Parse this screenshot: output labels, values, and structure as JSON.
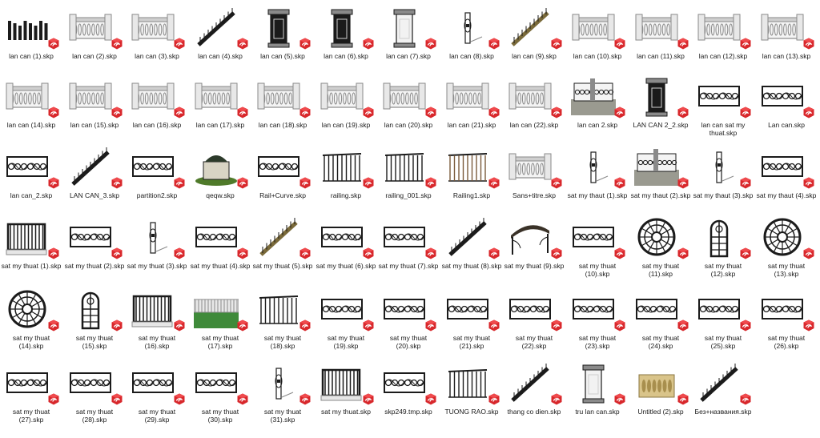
{
  "view": {
    "type": "file-explorer-large-icons",
    "file_type_icon": "sketchup-file-icon",
    "accent_color": "#d8282c"
  },
  "files": [
    {
      "name": "lan can (1).skp",
      "thumb": "baluster-row"
    },
    {
      "name": "lan can (2).skp",
      "thumb": "balustrade-pillars"
    },
    {
      "name": "lan can (3).skp",
      "thumb": "balustrade-wide"
    },
    {
      "name": "lan can (4).skp",
      "thumb": "curved-staircase"
    },
    {
      "name": "lan can (5).skp",
      "thumb": "pillar-dark"
    },
    {
      "name": "lan can (6).skp",
      "thumb": "pillar-ornate"
    },
    {
      "name": "lan can (7).skp",
      "thumb": "pillar-dome"
    },
    {
      "name": "lan can (8).skp",
      "thumb": "column"
    },
    {
      "name": "lan can (9).skp",
      "thumb": "stair-rail-gold"
    },
    {
      "name": "lan can (10).skp",
      "thumb": "rail-diagonal"
    },
    {
      "name": "lan can (11).skp",
      "thumb": "rail-low"
    },
    {
      "name": "lan can (12).skp",
      "thumb": "balustrade-diagonal"
    },
    {
      "name": "lan can (13).skp",
      "thumb": "balustrade-dark"
    },
    {
      "name": "lan can (14).skp",
      "thumb": "u-rail"
    },
    {
      "name": "lan can (15).skp",
      "thumb": "balustrade-pillars"
    },
    {
      "name": "lan can (16).skp",
      "thumb": "balustrade-block"
    },
    {
      "name": "lan can (17).skp",
      "thumb": "rail-diagonal"
    },
    {
      "name": "lan can (18).skp",
      "thumb": "baluster-small"
    },
    {
      "name": "lan can (19).skp",
      "thumb": "baluster-small"
    },
    {
      "name": "lan can (20).skp",
      "thumb": "rail-molding"
    },
    {
      "name": "lan can (21).skp",
      "thumb": "balustrade-corner"
    },
    {
      "name": "lan can (22).skp",
      "thumb": "balustrade-flat"
    },
    {
      "name": "lan can 2.skp",
      "thumb": "fence-stone"
    },
    {
      "name": "LAN CAN 2_2.skp",
      "thumb": "post-dark"
    },
    {
      "name": "lan can sat my thuat.skp",
      "thumb": "iron-panel"
    },
    {
      "name": "Lan can.skp",
      "thumb": "iron-panel-dark"
    },
    {
      "name": "lan can_2.skp",
      "thumb": "iron-scroll"
    },
    {
      "name": "LAN CAN_3.skp",
      "thumb": "stair-diagonal"
    },
    {
      "name": "partition2.skp",
      "thumb": "iron-partition"
    },
    {
      "name": "qeqw.skp",
      "thumb": "gazebo"
    },
    {
      "name": "Rail+Curve.skp",
      "thumb": "curved-rail"
    },
    {
      "name": "railing.skp",
      "thumb": "railing-horizontal"
    },
    {
      "name": "railing_001.skp",
      "thumb": "railing-vertical"
    },
    {
      "name": "Railing1.skp",
      "thumb": "railing-wood"
    },
    {
      "name": "Sans+titre.skp",
      "thumb": "balustrade-flat"
    },
    {
      "name": "sat my thaut (1).skp",
      "thumb": "finial"
    },
    {
      "name": "sat my thaut (2).skp",
      "thumb": "fence-stone-iron"
    },
    {
      "name": "sat my thaut (3).skp",
      "thumb": "finial"
    },
    {
      "name": "sat my thaut (4).skp",
      "thumb": "iron-curved"
    },
    {
      "name": "sat my thuat (1).skp",
      "thumb": "balcony-iron"
    },
    {
      "name": "sat my thuat (2).skp",
      "thumb": "iron-scroll"
    },
    {
      "name": "sat my thuat (3).skp",
      "thumb": "finial"
    },
    {
      "name": "sat my thuat (4).skp",
      "thumb": "iron-curved"
    },
    {
      "name": "sat my thuat (5).skp",
      "thumb": "corner-rail"
    },
    {
      "name": "sat my thuat (6).skp",
      "thumb": "iron-band"
    },
    {
      "name": "sat my thuat (7).skp",
      "thumb": "iron-corner"
    },
    {
      "name": "sat my thuat (8).skp",
      "thumb": "stair-rail-iron"
    },
    {
      "name": "sat my thuat (9).skp",
      "thumb": "canopy"
    },
    {
      "name": "sat my thuat (10).skp",
      "thumb": "ornaments"
    },
    {
      "name": "sat my thuat (11).skp",
      "thumb": "rosette"
    },
    {
      "name": "sat my thuat (12).skp",
      "thumb": "arched-window"
    },
    {
      "name": "sat my thuat (13).skp",
      "thumb": "rosette"
    },
    {
      "name": "sat my thuat (14).skp",
      "thumb": "rosette"
    },
    {
      "name": "sat my thuat (15).skp",
      "thumb": "arched-window"
    },
    {
      "name": "sat my thuat (16).skp",
      "thumb": "balcony-iron"
    },
    {
      "name": "sat my thuat (17).skp",
      "thumb": "fence-grass"
    },
    {
      "name": "sat my thuat (18).skp",
      "thumb": "picket-fence"
    },
    {
      "name": "sat my thuat (19).skp",
      "thumb": "iron-gate"
    },
    {
      "name": "sat my thuat (20).skp",
      "thumb": "iron-gate-ornate"
    },
    {
      "name": "sat my thuat (21).skp",
      "thumb": "panels-small"
    },
    {
      "name": "sat my thuat (22).skp",
      "thumb": "iron-panel"
    },
    {
      "name": "sat my thuat (23).skp",
      "thumb": "iron-lace"
    },
    {
      "name": "sat my thuat (24).skp",
      "thumb": "iron-oval"
    },
    {
      "name": "sat my thuat (25).skp",
      "thumb": "scroll-small"
    },
    {
      "name": "sat my thuat (26).skp",
      "thumb": "scroll-small"
    },
    {
      "name": "sat my thuat (27).skp",
      "thumb": "ornaments"
    },
    {
      "name": "sat my thuat (28).skp",
      "thumb": "iron-screens"
    },
    {
      "name": "sat my thuat (29).skp",
      "thumb": "iron-panel"
    },
    {
      "name": "sat my thuat (30).skp",
      "thumb": "iron-lace"
    },
    {
      "name": "sat my thuat (31).skp",
      "thumb": "finial"
    },
    {
      "name": "sat my thuat.skp",
      "thumb": "balcony-pillars"
    },
    {
      "name": "skp249.tmp.skp",
      "thumb": "iron-band"
    },
    {
      "name": "TUONG RAO.skp",
      "thumb": "fence-wall"
    },
    {
      "name": "thang co dien.skp",
      "thumb": "curved-staircase"
    },
    {
      "name": "tru lan can.skp",
      "thumb": "post-carved"
    },
    {
      "name": "Untitled (2).skp",
      "thumb": "balustrade-gold"
    },
    {
      "name": "Без+названия.skp",
      "thumb": "grand-staircase"
    }
  ]
}
